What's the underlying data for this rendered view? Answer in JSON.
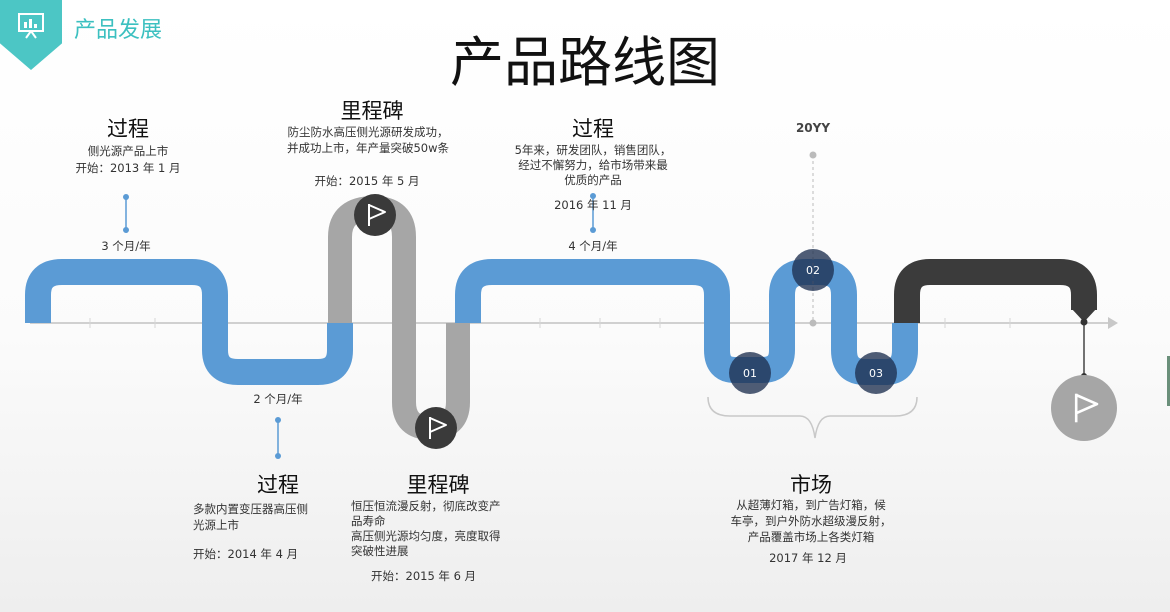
{
  "header": {
    "section_title": "产品发展",
    "main_title": "产品路线图"
  },
  "milestones": [
    {
      "heading": "过程",
      "lines": [
        "侧光源产品上市",
        "开始：2013 年 1 月"
      ],
      "duration": "3 个月/年"
    },
    {
      "heading": "里程碑",
      "lines": [
        "防尘防水高压侧光源研发成功，",
        "并成功上市，年产量突破50w条"
      ],
      "start": "开始：2015 年 5 月"
    },
    {
      "heading": "过程",
      "lines": [
        "5年来，研发团队，销售团队，",
        "经过不懈努力，给市场带来最",
        "优质的产品"
      ],
      "start": "2016 年 11 月",
      "duration": "4 个月/年"
    },
    {
      "heading": "过程",
      "lines": [
        "多款内置变压器高压侧",
        "光源上市"
      ],
      "start": "开始：2014 年 4 月",
      "duration": "2 个月/年"
    },
    {
      "heading": "里程碑",
      "lines": [
        "恒压恒流漫反射，彻底改变产",
        "品寿命",
        "高压侧光源均匀度，亮度取得",
        "突破性进展"
      ],
      "start": "开始：2015 年 6 月"
    },
    {
      "heading": "市场",
      "lines": [
        "从超薄灯箱，到广告灯箱，候",
        "车亭，到户外防水超级漫反射，",
        "产品覆盖市场上各类灯箱"
      ],
      "start": "2017 年 12 月"
    }
  ],
  "future_year": "20YY",
  "steps": [
    "01",
    "02",
    "03"
  ],
  "colors": {
    "blue": "#5b9bd5",
    "gray": "#a6a6a6",
    "dark": "#3b3b3b",
    "teal": "#4cc6c5",
    "navy": "#1e2f4f"
  },
  "icons": [
    "presentation-icon",
    "flag-icon"
  ]
}
